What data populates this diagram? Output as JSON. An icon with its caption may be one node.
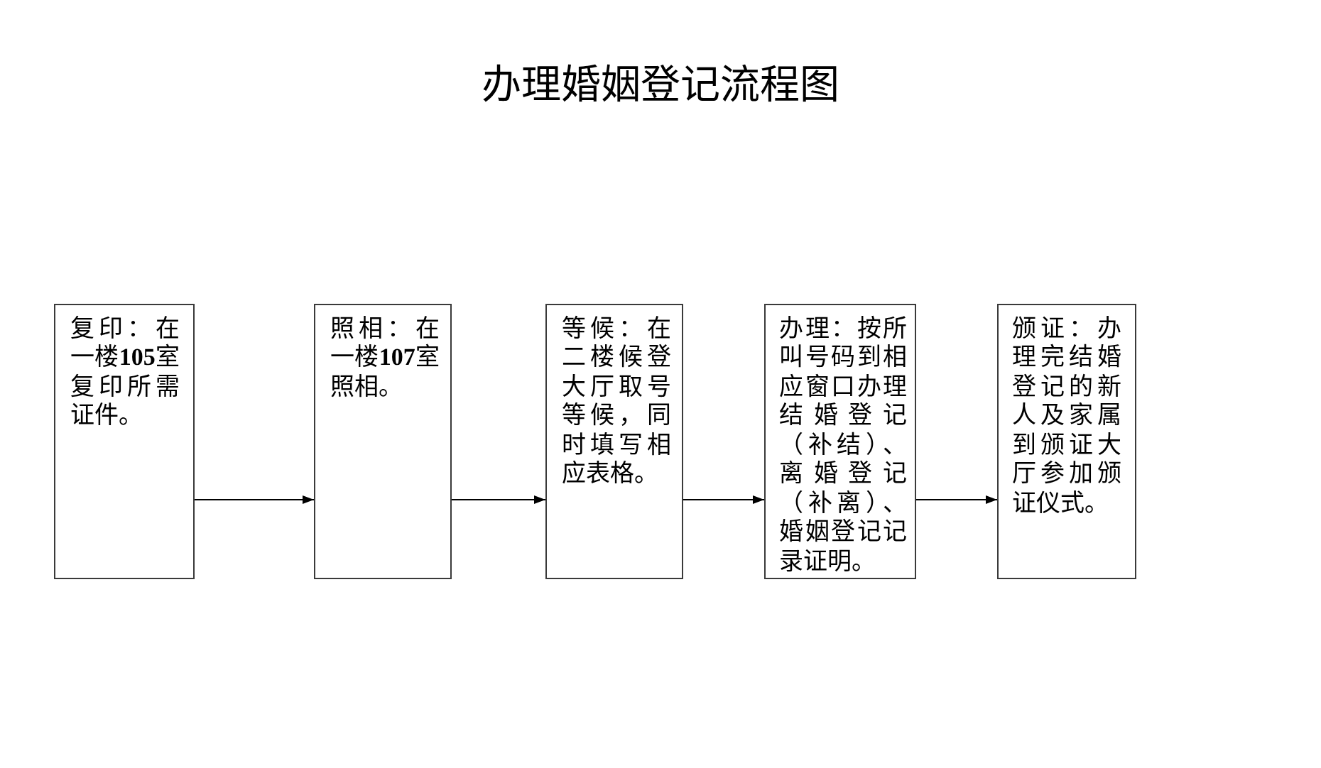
{
  "diagram": {
    "title": "办理婚姻登记流程图",
    "nodes": [
      {
        "text": [
          "复印：在一楼**105**室复印所需证件。"
        ]
      },
      {
        "text": [
          "照相：在一楼**107**室照相。"
        ]
      },
      {
        "text": [
          "等候：在二楼候登大厅取号等候，同时填写相应表格。"
        ]
      },
      {
        "text": [
          "办理：按所叫号码到相应窗口办理结婚登记（补结）、离婚登记（补离）、婚姻登记记录证明。"
        ]
      },
      {
        "text": [
          "颁证：办理完结婚登记的新人及家属到颁证大厅参加颁证仪式。"
        ]
      }
    ],
    "edges": [
      {
        "from": 0,
        "to": 1,
        "arrow": "to"
      },
      {
        "from": 1,
        "to": 2,
        "arrow": "to"
      },
      {
        "from": 2,
        "to": 3,
        "arrow": "to"
      },
      {
        "from": 3,
        "to": 4,
        "arrow": "to"
      }
    ]
  }
}
